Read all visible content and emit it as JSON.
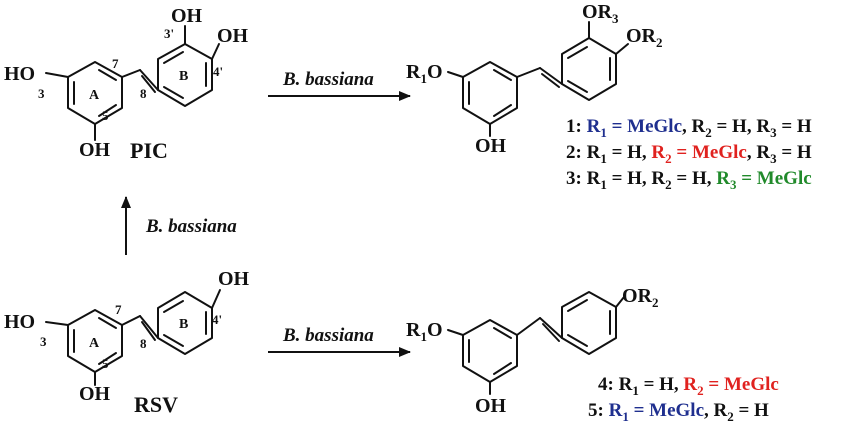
{
  "colors": {
    "blue": "#1f2f8f",
    "red": "#e0221f",
    "green": "#218a2b",
    "black": "#111111"
  },
  "reagent": "B. bassiana",
  "pic": {
    "name": "PIC",
    "oh_top": "OH",
    "oh_right": "OH",
    "oh_left": "HO",
    "oh_bottom": "OH",
    "n3": "3",
    "n5": "5",
    "n7": "7",
    "n8": "8",
    "n3p": "3'",
    "n4p": "4'",
    "ring_a": "A",
    "ring_b": "B"
  },
  "rsv": {
    "name": "RSV",
    "oh_top": "OH",
    "oh_left": "HO",
    "oh_bottom": "OH",
    "n3": "3",
    "n5": "5",
    "n7": "7",
    "n8": "8",
    "n4p": "4'",
    "ring_a": "A",
    "ring_b": "B"
  },
  "product_top": {
    "oh_bottom": "OH"
  },
  "product_bottom": {
    "oh_bottom": "OH"
  },
  "labels": {
    "l1": "1: R1 = MeGlc, R2 = H, R3 = H",
    "l2": "2: R1 = H, R2 = MeGlc, R3 = H",
    "l3": "3: R1 = H, R2 = H, R3 = MeGlc",
    "l4": "4: R1 = H, R2 = MeGlc",
    "l5": "5: R1 = MeGlc, R2 = H"
  }
}
